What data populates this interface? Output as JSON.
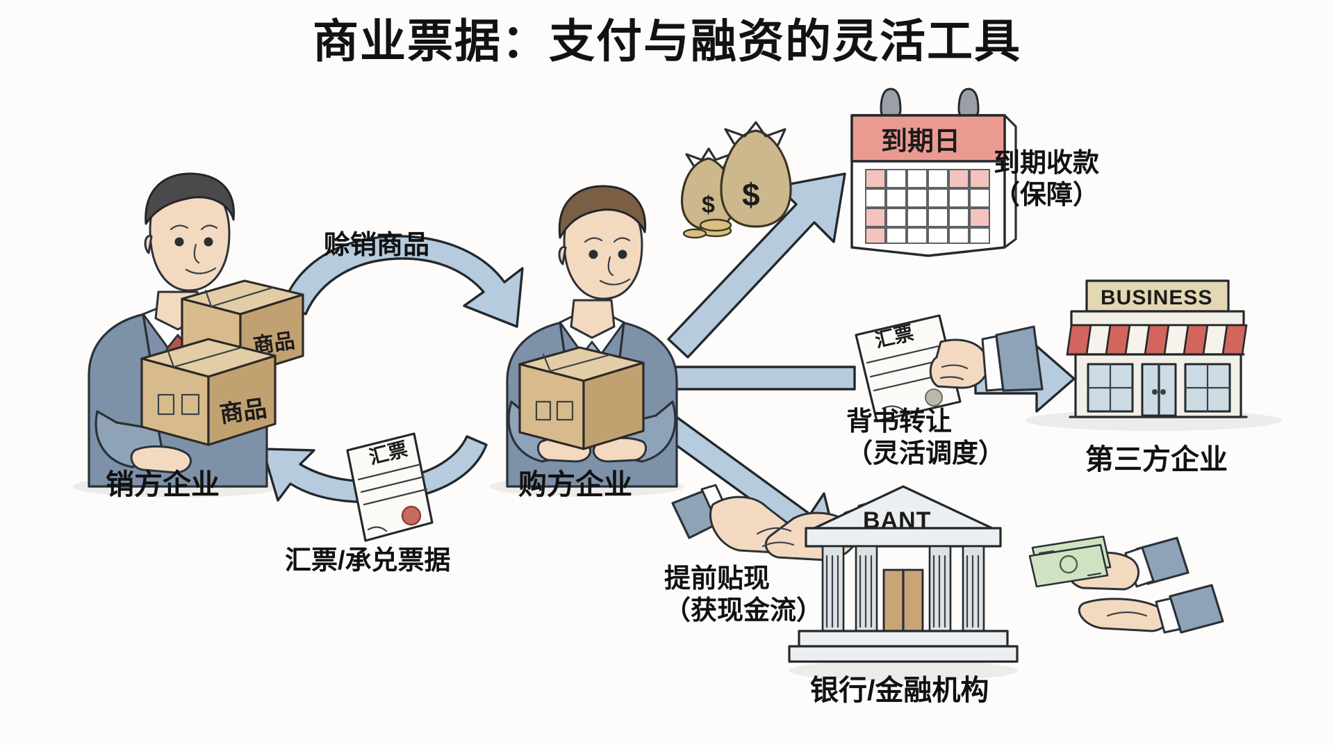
{
  "title": "商业票据：支付与融资的灵活工具",
  "nodes": {
    "seller": {
      "label": "销方企业",
      "role": "left businessman holding goods boxes"
    },
    "buyer": {
      "label": "购方企业",
      "role": "right businessman holding goods box"
    },
    "third_party": {
      "label": "第三方企业",
      "role": "storefront building"
    },
    "bank": {
      "label": "银行/金融机构",
      "role": "bank building"
    }
  },
  "flows": {
    "goods": {
      "label": "赊销商品"
    },
    "bill": {
      "label": "汇票/承兑票据"
    },
    "maturity": {
      "label": "到期收款\n（保障）"
    },
    "endorsement": {
      "label": "背书转让\n（灵活调度）"
    },
    "discount": {
      "label": "提前贴现\n（获现金流）"
    }
  },
  "object_labels": {
    "goods_box_top": "商品",
    "goods_box_bottom": "商品",
    "buyer_box": "",
    "bill_paper_seller": "汇票",
    "bill_paper_handoff": "汇票",
    "calendar_header": "到期日",
    "shop_sign": "BUSINESS",
    "bank_pediment": "BANT",
    "money_symbol": "$"
  },
  "colors": {
    "background": "#fdfcfa",
    "ink": "#2a2f33",
    "arrow_fill": "#b6cbdd",
    "suit_blue": "#7d91a8",
    "box_tan": "#d8bb8d",
    "calendar_red": "#eb9a92",
    "awning_red": "#d2655c",
    "cash_green": "#cfe3c2",
    "text": "#111111"
  }
}
